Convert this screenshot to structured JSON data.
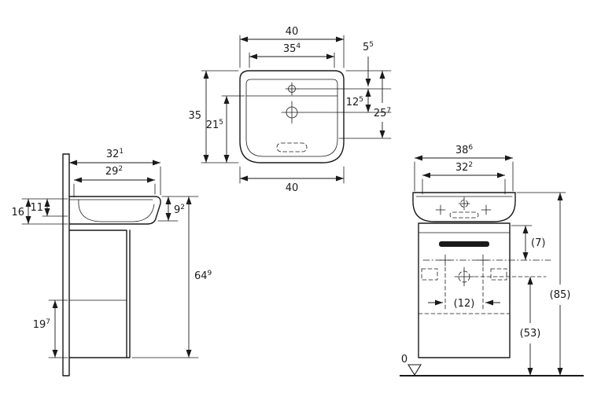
{
  "meta": {
    "bg_color": "#ffffff",
    "line_color": "#1a1a1a",
    "drawing_type": "washbasin-with-cabinet-dimension-drawing"
  },
  "top_view": {
    "width_top": {
      "main": "40",
      "sup": ""
    },
    "tap_width": {
      "main": "35",
      "sup": "4"
    },
    "tap_offset": {
      "main": "5",
      "sup": "5"
    },
    "tap_to_drain": {
      "main": "12",
      "sup": "5"
    },
    "drain_offset": {
      "main": "25",
      "sup": "7"
    },
    "depth": {
      "main": "35",
      "sup": ""
    },
    "inner_depth": {
      "main": "21",
      "sup": "5"
    },
    "width_bottom": {
      "main": "40",
      "sup": ""
    }
  },
  "side_view": {
    "depth_total": {
      "main": "32",
      "sup": "1"
    },
    "depth_basin": {
      "main": "29",
      "sup": "2"
    },
    "height_front_edge": {
      "main": "16",
      "sup": ""
    },
    "height_rim_front": {
      "main": "11",
      "sup": ""
    },
    "height_rim_back": {
      "main": "9",
      "sup": "2"
    },
    "height_total": {
      "main": "64",
      "sup": "9"
    },
    "shelf_to_bottom": {
      "main": "19",
      "sup": "7"
    }
  },
  "front_view": {
    "width_basin": {
      "main": "38",
      "sup": "6"
    },
    "width_inner": {
      "main": "32",
      "sup": "2"
    },
    "top_to_holes": "(7)",
    "hole_spacing": "(12)",
    "height_floor_to_rim": "(85)",
    "height_floor_to_trap": "(53)",
    "datum_zero": "0"
  }
}
